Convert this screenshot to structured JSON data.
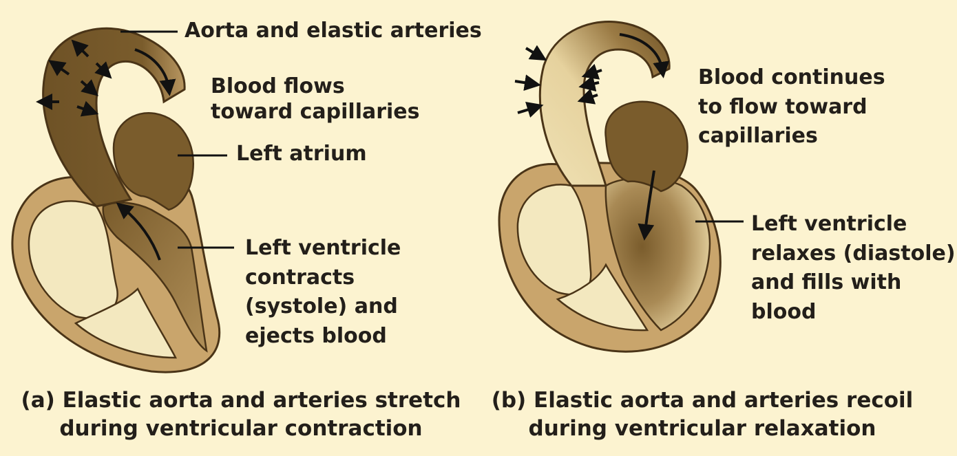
{
  "colors": {
    "background": "#fcf3d0",
    "wall": "#c9a56c",
    "outline": "#4a3417",
    "blood": "#7a5c2c",
    "chamber_light": "#f3e8bf",
    "arrow": "#111111"
  },
  "panel_a": {
    "label_aorta": "Aorta and elastic arteries",
    "label_flow": [
      "Blood flows",
      "toward capillaries"
    ],
    "label_atrium": "Left atrium",
    "label_ventricle": [
      "Left ventricle",
      "contracts",
      "(systole) and",
      "ejects blood"
    ],
    "caption": [
      "(a) Elastic aorta and arteries stretch",
      "during ventricular contraction"
    ]
  },
  "panel_b": {
    "label_flow": [
      "Blood continues",
      "to flow toward",
      "capillaries"
    ],
    "label_ventricle": [
      "Left ventricle",
      "relaxes (diastole)",
      "and fills with",
      "blood"
    ],
    "caption": [
      "(b) Elastic aorta and arteries recoil",
      "during ventricular relaxation"
    ]
  }
}
